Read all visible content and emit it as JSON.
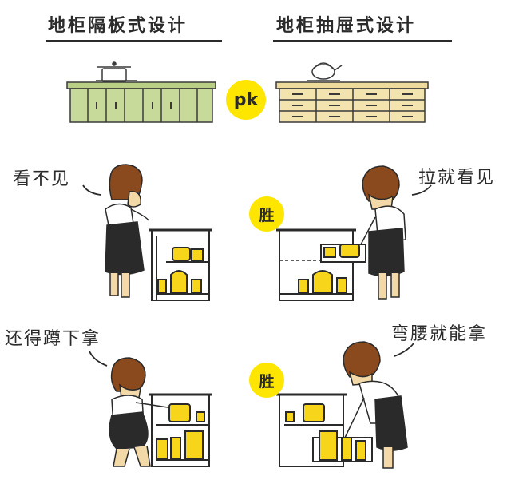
{
  "headings": {
    "left": "地柜隔板式设计",
    "right": "地柜抽屉式设计"
  },
  "vs_badge": "pk",
  "captions": {
    "shelf_top": "看不见",
    "drawer_top": "拉就看见",
    "shelf_bottom": "还得蹲下拿",
    "drawer_bottom": "弯腰就能拿"
  },
  "winner_badges": {
    "top": "胜",
    "bottom": "胜"
  },
  "colors": {
    "shelf_cabinet": "#c8da9a",
    "drawer_cabinet": "#f3e3ae",
    "badge_yellow": "#ffe600",
    "jar_yellow": "#f6d51a",
    "apron": "#2a2a2a",
    "hair": "#8a4a1e"
  }
}
